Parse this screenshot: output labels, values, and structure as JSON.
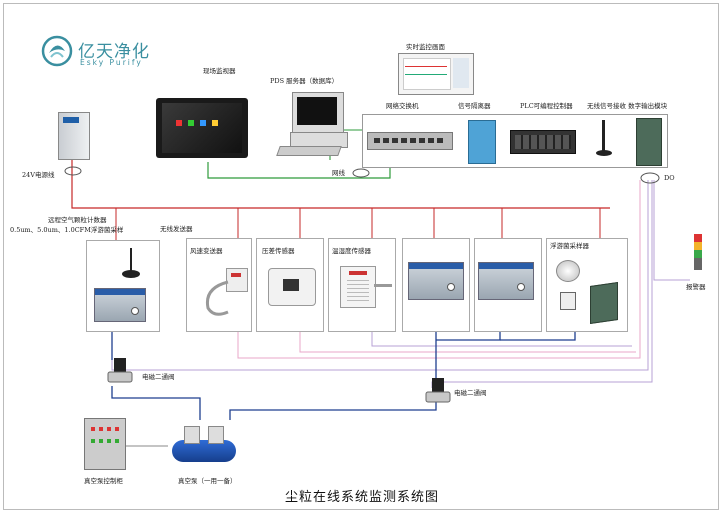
{
  "logo": {
    "cn": "亿天净化",
    "en": "Esky Purify"
  },
  "title": "尘粒在线系统监测系统图",
  "labels": {
    "realtime_software": "实时监控画面",
    "field_monitor": "现场监视器",
    "server": "PDS 服务器（数据库）",
    "network_switch": "网络交换机",
    "signal_isolator": "信号隔离器",
    "plc": "PLC可编程控制器",
    "wireless_receiver": "无线信号接收 数字输出模块",
    "power_supply": "24V电源线",
    "network_cable": "网线",
    "do": "DO",
    "remote_counter_1": "远程空气颗粒计数器",
    "remote_counter_2": "0.5um、5.0um、1.0CFM浮游菌采样",
    "wireless_transmitter": "无线发送器",
    "airspeed": "风速变送器",
    "pressure": "压差传感器",
    "temp_humidity": "温湿度传感器",
    "sampler": "浮游菌采样器",
    "solenoid_valve_1": "电磁二通阀",
    "solenoid_valve_2": "电磁二通阀",
    "alarm": "报警器",
    "pump_control": "真空泵控制柜",
    "vacuum_pump": "真空泵（一用一备）"
  },
  "colors": {
    "power_line": "#c62828",
    "network_line": "#2e9b3b",
    "signal_line_pink": "#e8a7c8",
    "signal_line_purple": "#b7a0d6",
    "vacuum_line": "#1e3f8f",
    "logo": "#3a8fa0"
  }
}
